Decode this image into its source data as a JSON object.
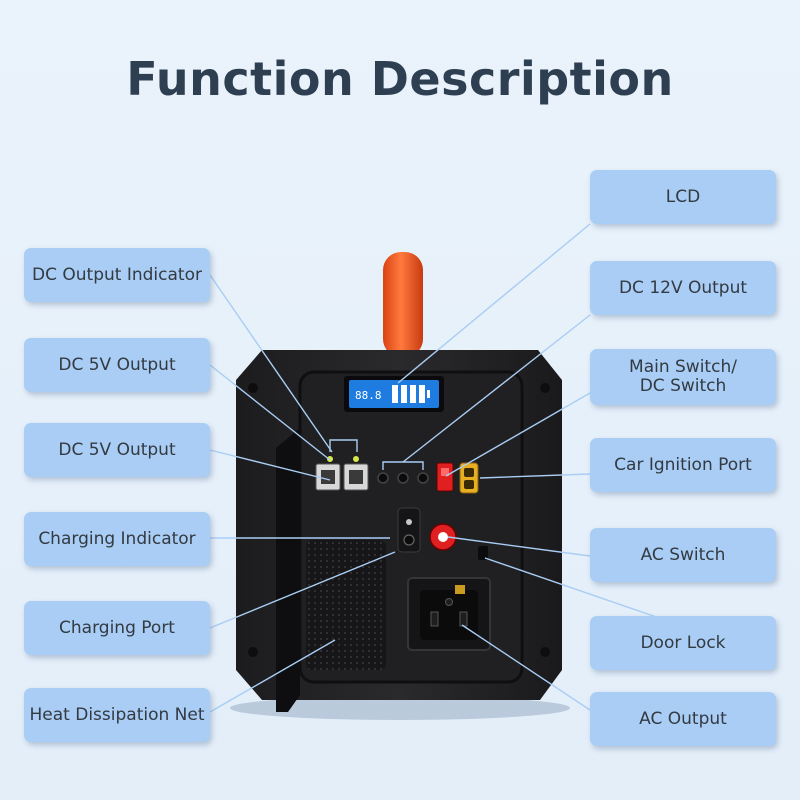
{
  "title": "Function Description",
  "device": {
    "lcd_readout": "88.8"
  },
  "labels": {
    "lcd": "LCD",
    "dc_output_indicator": "DC Output Indicator",
    "dc_5v_output_1": "DC 5V Output",
    "dc_5v_output_2": "DC 5V Output",
    "charging_indicator": "Charging Indicator",
    "charging_port": "Charging Port",
    "heat_dissipation_net": "Heat Dissipation Net",
    "dc_12v_output": "DC 12V Output",
    "main_switch": "Main Switch/\nDC Switch",
    "car_ignition_port": "Car Ignition Port",
    "ac_switch": "AC Switch",
    "door_lock": "Door Lock",
    "ac_output": "AC Output"
  },
  "colors": {
    "label_bg": "#a9cdf4",
    "title": "#2e3f52",
    "handle": "#f05a24",
    "lcd": "#1e7be0",
    "switch_red": "#e02020",
    "xt60_yellow": "#e8b020"
  }
}
